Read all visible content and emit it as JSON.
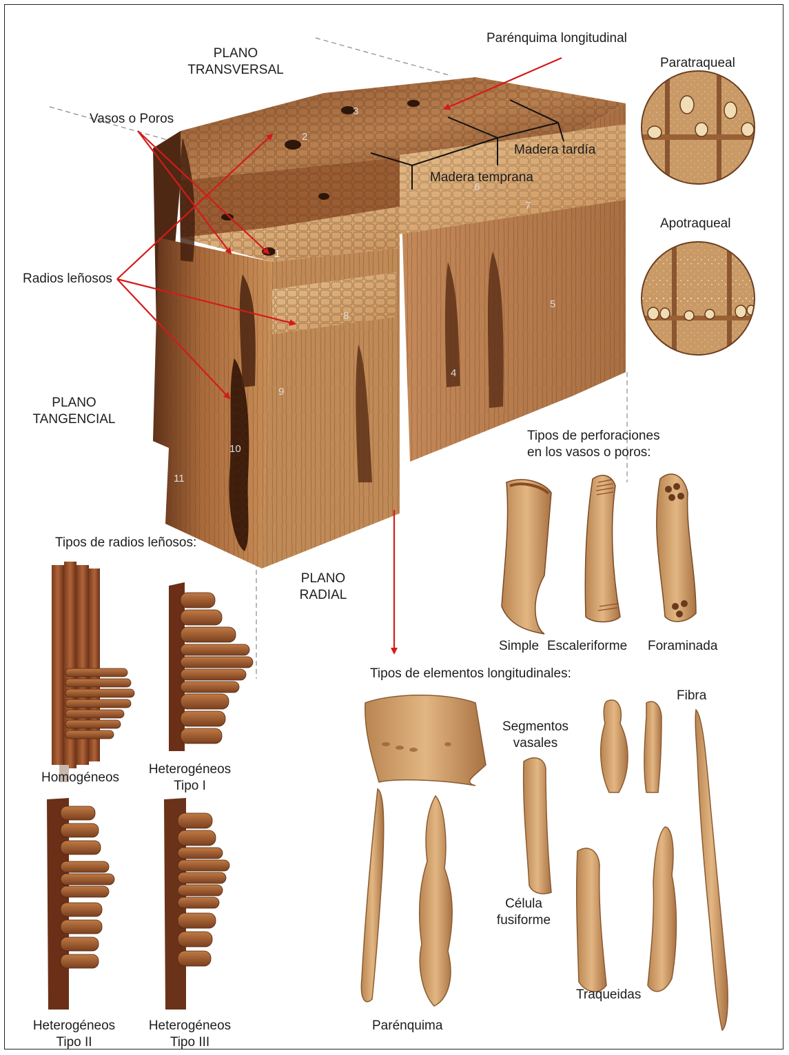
{
  "labels": {
    "plano_transversal": [
      "PLANO",
      "TRANSVERSAL"
    ],
    "plano_tangencial": [
      "PLANO",
      "TANGENCIAL"
    ],
    "plano_radial": [
      "PLANO",
      "RADIAL"
    ],
    "parenquima_longitudinal": "Parénquima longitudinal",
    "vasos_poros": "Vasos o Poros",
    "radios_lenosos": "Radios leñosos",
    "madera_tardia": "Madera tardía",
    "madera_temprana": "Madera temprana",
    "paratraqueal": "Paratraqueal",
    "apotraqueal": "Apotraqueal",
    "tipos_perforaciones": [
      "Tipos de perforaciones",
      "en los vasos o poros:"
    ],
    "simple": "Simple",
    "escaleriforme": "Escaleriforme",
    "foraminada": "Foraminada",
    "tipos_radios": "Tipos de radios leñosos:",
    "homogeneos": "Homogéneos",
    "het_tipo_i": [
      "Heterogéneos",
      "Tipo I"
    ],
    "het_tipo_ii": [
      "Heterogéneos",
      "Tipo II"
    ],
    "het_tipo_iii": [
      "Heterogéneos",
      "Tipo III"
    ],
    "tipos_elementos": "Tipos de elementos longitudinales:",
    "segmentos_vasales": [
      "Segmentos",
      "vasales"
    ],
    "celula_fusiforme": [
      "Célula",
      "fusiforme"
    ],
    "parenquima": "Parénquima",
    "traqueidas": "Traqueidas",
    "fibra": "Fibra"
  },
  "numbers": [
    "1",
    "2",
    "3",
    "4",
    "5",
    "6",
    "7",
    "8",
    "9",
    "10",
    "11"
  ],
  "colors": {
    "wood_light": "#d9a86c",
    "wood_mid": "#a8693a",
    "wood_dark": "#5e3119",
    "arrow_red": "#d41a1a",
    "circle_bg": "#c99a66",
    "cell_light": "#e1bd8a"
  }
}
